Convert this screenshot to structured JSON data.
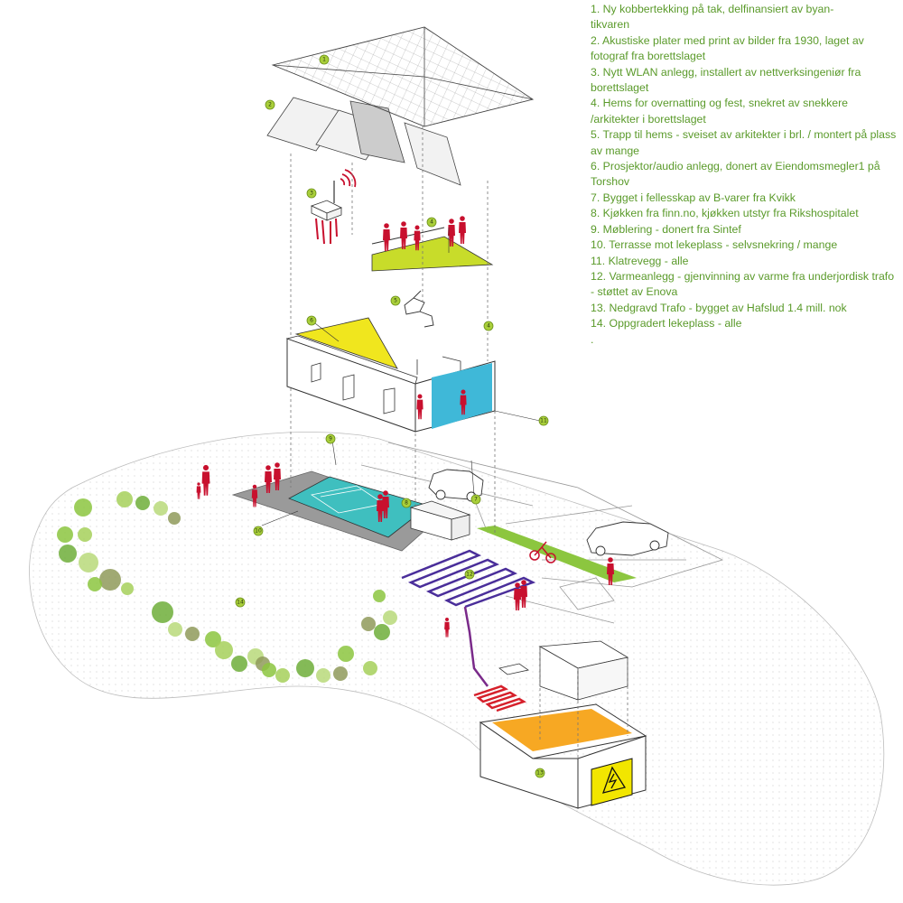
{
  "legend": {
    "items": [
      "1.  Ny kobbertekking på tak, delfinansiert av byan-\ntikvaren",
      "2. Akustiske plater med print av bilder fra 1930, laget av fotograf fra borettslaget",
      "3. Nytt WLAN anlegg, installert av nettverksingeniør fra borettslaget",
      "4. Hems for overnatting og fest, snekret av snekkere /arkitekter i borettslaget",
      "5. Trapp til hems - sveiset av arkitekter i brl. / montert på plass\nav mange",
      "6. Prosjektor/audio anlegg, donert av Eiendomsmegler1 på Torshov",
      "7. Bygget i fellesskap av B-varer fra Kvikk",
      "8. Kjøkken fra finn.no, kjøkken utstyr fra Rikshospitalet",
      "9. Møblering - donert fra Sintef",
      "10. Terrasse mot lekeplass - selvsnekring / mange",
      "11. Klatrevegg - alle",
      "12. Varmeanlegg - gjenvinning av varme fra underjordisk trafo - støttet av Enova",
      "13. Nedgravd Trafo - bygget av Hafslud 1.4 mill. nok",
      "14. Oppgradert lekeplass - alle",
      "."
    ]
  },
  "badges": {
    "b1": "1",
    "b2": "2",
    "b3": "3",
    "b4a": "4",
    "b4b": "4",
    "b5": "5",
    "b6": "6",
    "b7": "7",
    "b8": "8",
    "b9": "9",
    "b10": "10",
    "b11": "11",
    "b12": "12",
    "b13": "13",
    "b14": "14"
  },
  "colors": {
    "badge": "#a9cf3a",
    "people": "#c8102e",
    "loft": "#c8dc2a",
    "projection": "#f0e61e",
    "climbing_wall": "#3fb8d8",
    "terrace_floor": "#3fbfbf",
    "trafo_top": "#f7a823",
    "heating_pipe": "#4a2e9a",
    "legend_text": "#5a9a2a",
    "trees": "#8cc63f"
  },
  "icons": [
    "wlan-router-icon",
    "electric-hazard-icon",
    "car-icon",
    "bicycle-icon"
  ]
}
